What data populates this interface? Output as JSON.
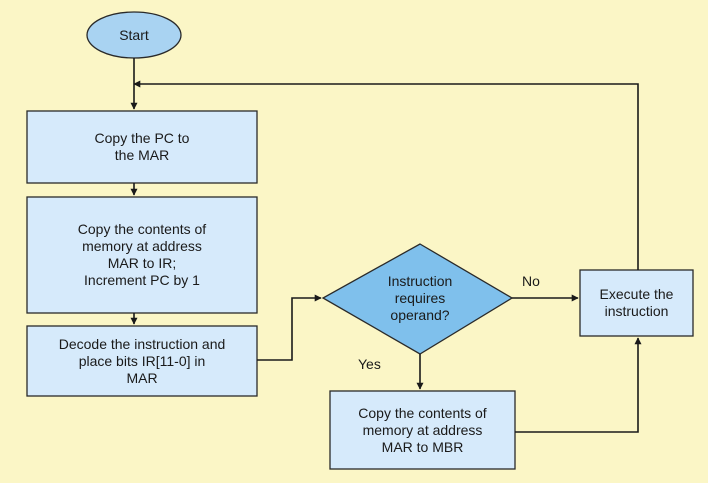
{
  "colors": {
    "background": "#fbf6c6",
    "node_fill": "#d6eafb",
    "node_stroke": "#2a2a2a",
    "start_fill": "#a9d3f2",
    "decision_fill": "#7fc0ec",
    "line": "#1a1a1a"
  },
  "nodes": {
    "start": {
      "lines": [
        "Start"
      ]
    },
    "copy_pc": {
      "lines": [
        "Copy the PC to",
        "the MAR"
      ]
    },
    "copy_memory_ir": {
      "lines": [
        "Copy the contents of",
        "memory at address",
        "MAR to IR;",
        "Increment PC by 1"
      ]
    },
    "decode": {
      "lines": [
        "Decode the instruction and",
        "place bits IR[11-0] in",
        "MAR"
      ]
    },
    "decision": {
      "lines": [
        "Instruction",
        "requires",
        "operand?"
      ]
    },
    "execute": {
      "lines": [
        "Execute the",
        "instruction"
      ]
    },
    "copy_mbr": {
      "lines": [
        "Copy the contents of",
        "memory at address",
        "MAR to MBR"
      ]
    }
  },
  "edge_labels": {
    "no": "No",
    "yes": "Yes"
  }
}
